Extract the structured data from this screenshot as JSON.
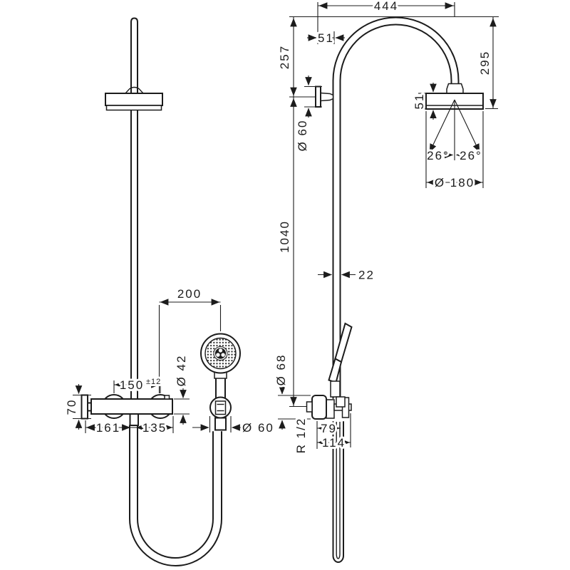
{
  "drawing": {
    "background": "#ffffff",
    "line_color": "#1c1c1c",
    "dims_front": {
      "span_200": "200",
      "dia_42": "Ø 42",
      "span_150": "150",
      "tol_150": "±12",
      "height_70": "70",
      "span_161": "161",
      "span_135": "135",
      "dia_60_holder": "Ø 60"
    },
    "dims_side": {
      "span_444": "444",
      "offset_51": "51",
      "height_257": "257",
      "height_295": "295",
      "dia_60_bracket": "Ø 60",
      "height_1040": "1040",
      "width_22": "22",
      "height_51_head": "51",
      "angle_26_left": "26°",
      "angle_26_right": "26°",
      "dia_180": "Ø 180",
      "dia_68": "Ø 68",
      "span_79": "79",
      "span_114": "114",
      "thread_r12": "R 1/2"
    }
  }
}
